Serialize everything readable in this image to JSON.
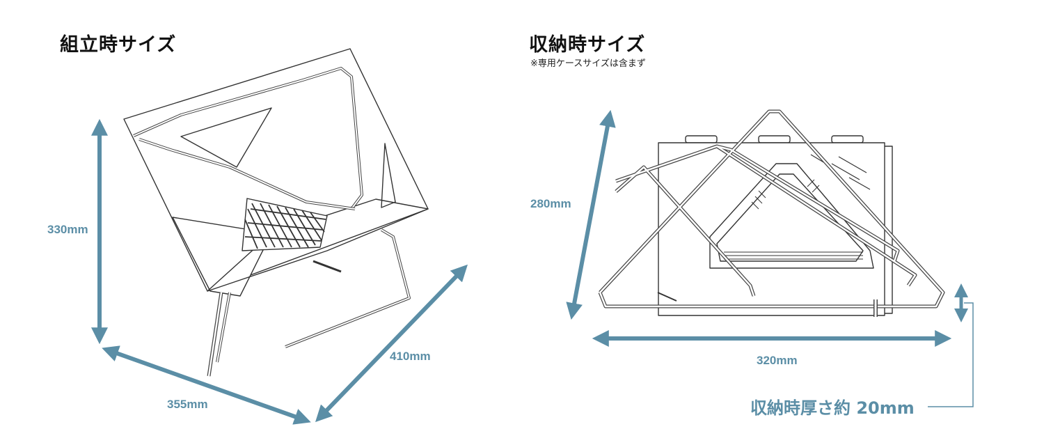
{
  "assembled": {
    "title": "組立時サイズ",
    "height_label": "330mm",
    "width_label": "355mm",
    "depth_label": "410mm"
  },
  "stored": {
    "title": "収納時サイズ",
    "note": "※専用ケースサイズは含まず",
    "height_label": "280mm",
    "width_label": "320mm",
    "thickness_label": "収納時厚さ約 20mm"
  },
  "colors": {
    "dimension": "#5b8ea6",
    "line_art": "#333333",
    "heading": "#111111"
  }
}
